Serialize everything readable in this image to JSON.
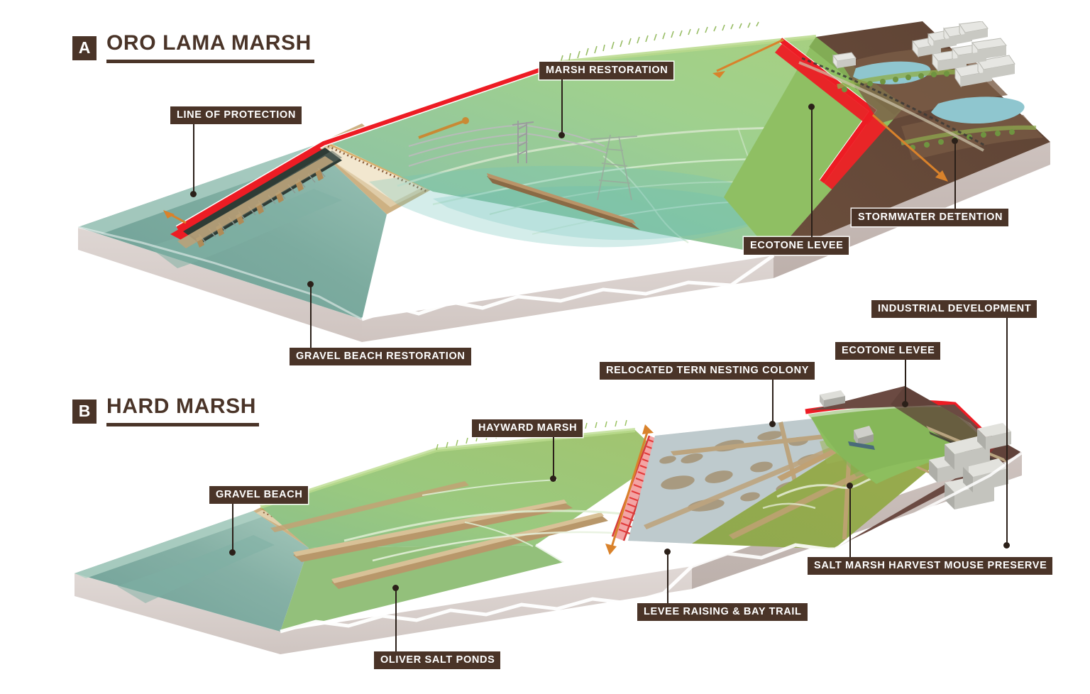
{
  "figure": {
    "background_color": "#ffffff",
    "label_box_color": "#4a3428",
    "label_text_color": "#ffffff",
    "leader_line_color": "#2b2019",
    "line_of_protection_color": "#ed1c24",
    "arrow_color": "#d9822b"
  },
  "panels": [
    {
      "badge": "A",
      "title": "ORO LAMA MARSH",
      "callouts": [
        {
          "id": "line-of-protection",
          "text": "LINE OF PROTECTION"
        },
        {
          "id": "marsh-restoration",
          "text": "MARSH RESTORATION"
        },
        {
          "id": "stormwater-detention",
          "text": "STORMWATER DETENTION"
        },
        {
          "id": "ecotone-levee-a",
          "text": "ECOTONE LEVEE"
        },
        {
          "id": "gravel-beach-restoration",
          "text": "GRAVEL BEACH RESTORATION"
        }
      ]
    },
    {
      "badge": "B",
      "title": "HARD MARSH",
      "callouts": [
        {
          "id": "industrial-development",
          "text": "INDUSTRIAL DEVELOPMENT"
        },
        {
          "id": "ecotone-levee-b",
          "text": "ECOTONE LEVEE"
        },
        {
          "id": "relocated-tern-colony",
          "text": "RELOCATED TERN NESTING COLONY"
        },
        {
          "id": "hayward-marsh",
          "text": "HAYWARD MARSH"
        },
        {
          "id": "gravel-beach",
          "text": "GRAVEL BEACH"
        },
        {
          "id": "salt-marsh-mouse",
          "text": "SALT MARSH HARVEST MOUSE PRESERVE"
        },
        {
          "id": "levee-raising-bay-trail",
          "text": "LEVEE RAISING & BAY TRAIL"
        },
        {
          "id": "oliver-salt-ponds",
          "text": "OLIVER SALT PONDS"
        }
      ]
    }
  ],
  "palette": {
    "bay_water_deep": "#6fa399",
    "bay_water_shallow": "#9dc2b8",
    "block_side": "#d9d0cd",
    "block_side_dark": "#c7bcb8",
    "marsh_green": "#8fbf62",
    "marsh_teal": "#7cc3b0",
    "upland_green": "#8aab48",
    "earth_brown": "#6b4f3f",
    "upland_dark_brown": "#5b4035",
    "sand_tan": "#c9a46c",
    "levee_path": "#b89a6d",
    "pond_blue": "#8fc6cf",
    "building_grey": "#dcdcd8",
    "tern_pond_grey": "#b7c2c6",
    "tern_island": "#a89a80"
  }
}
